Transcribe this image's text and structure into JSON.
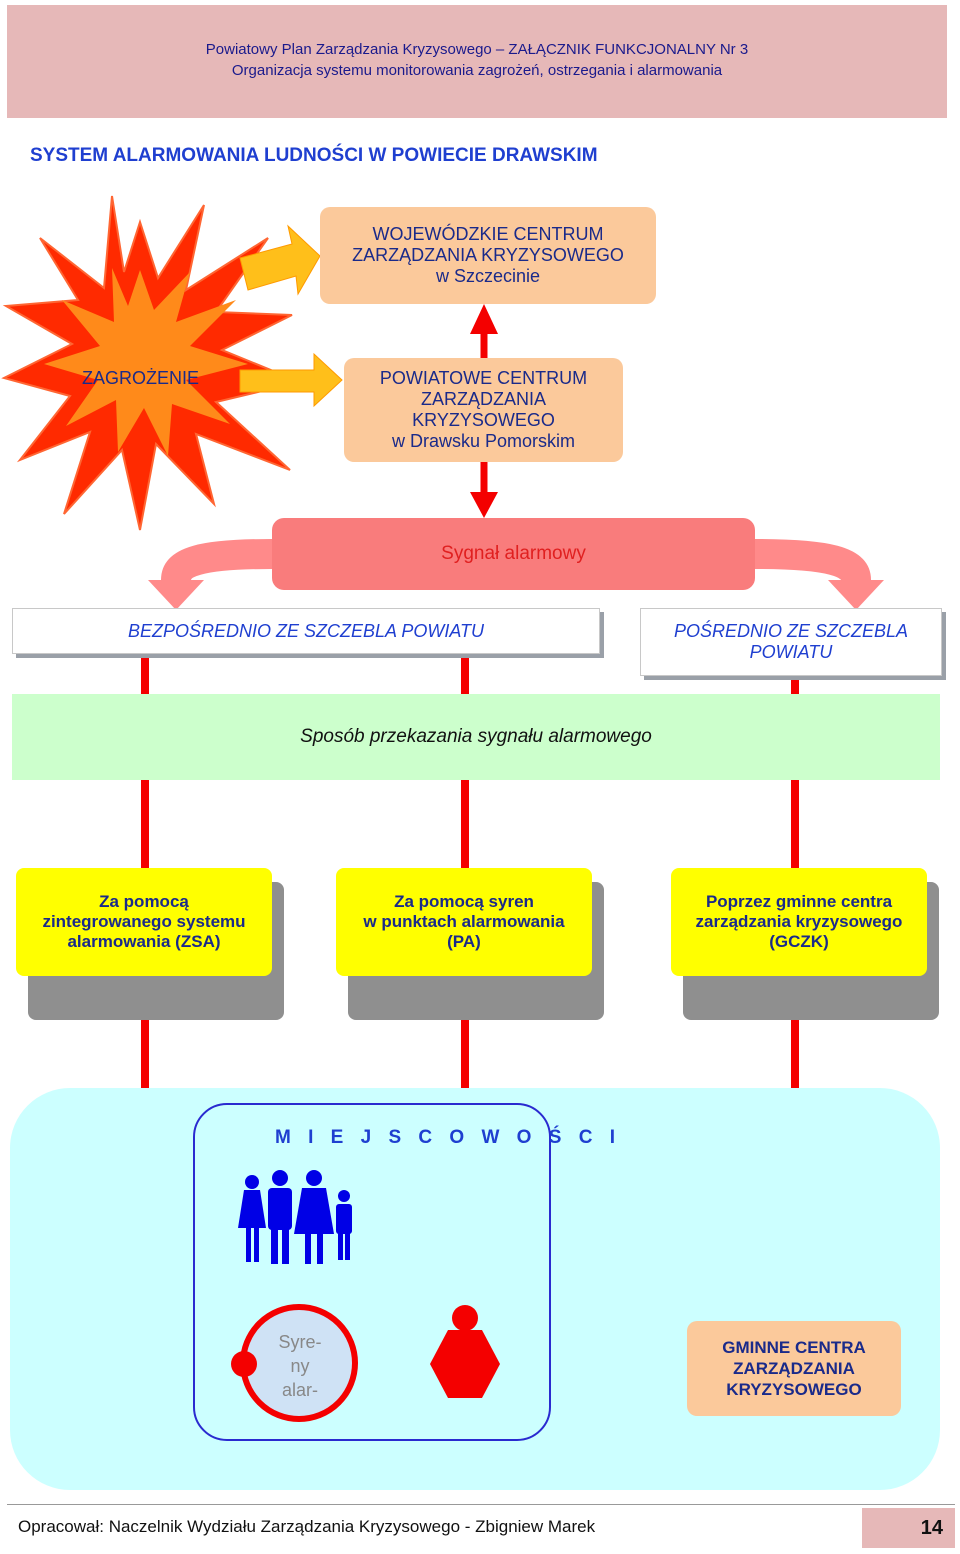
{
  "header": {
    "line1": "Powiatowy Plan Zarządzania Kryzysowego – ZAŁĄCZNIK FUNKCJONALNY Nr 3",
    "line2": "Organizacja systemu monitorowania zagrożeń, ostrzegania i alarmowania"
  },
  "title": "SYSTEM ALARMOWANIA LUDNOŚCI W POWIECIE DRAWSKIM",
  "threat": "ZAGROŻENIE",
  "wczk": {
    "line1": "WOJEWÓDZKIE CENTRUM",
    "line2": "ZARZĄDZANIA KRYZYSOWEGO",
    "line3": "w Szczecinie"
  },
  "pczk": {
    "line1": "POWIATOWE CENTRUM",
    "line2": "ZARZĄDZANIA",
    "line3": "KRYZYSOWEGO",
    "line4": "w Drawsku Pomorskim"
  },
  "signal": "Sygnał alarmowy",
  "direct": "BEZPOŚREDNIO ZE SZCZEBLA POWIATU",
  "indirect": {
    "line1": "POŚREDNIO ZE SZCZEBLA",
    "line2": "POWIATU"
  },
  "method": "Sposób przekazania sygnału alarmowego",
  "methods": {
    "zsa": {
      "line1": "Za pomocą",
      "line2": "zintegrowanego systemu",
      "line3": "alarmowania (ZSA)"
    },
    "pa": {
      "line1": "Za pomocą syren",
      "line2": "w punktach alarmowania",
      "line3": "(PA)"
    },
    "gczk": {
      "line1": "Poprzez gminne centra",
      "line2": "zarządzania kryzysowego",
      "line3": "(GCZK)"
    }
  },
  "localities": "M I E J S C O W O Ś C I",
  "sirens": {
    "line1": "Syre-",
    "line2": "ny",
    "line3": "alar-"
  },
  "gmina": {
    "line1": "GMINNE CENTRA",
    "line2": "ZARZĄDZANIA",
    "line3": "KRYZYSOWEGO"
  },
  "footer": {
    "author": "Opracował: Naczelnik Wydziału Zarządzania Kryzysowego - Zbigniew Marek",
    "page": "14"
  },
  "colors": {
    "line_red": "#f40000",
    "accent_blue": "#1f3fd0",
    "box_orange": "#fbc99b",
    "method_yellow": "#ffff00"
  }
}
